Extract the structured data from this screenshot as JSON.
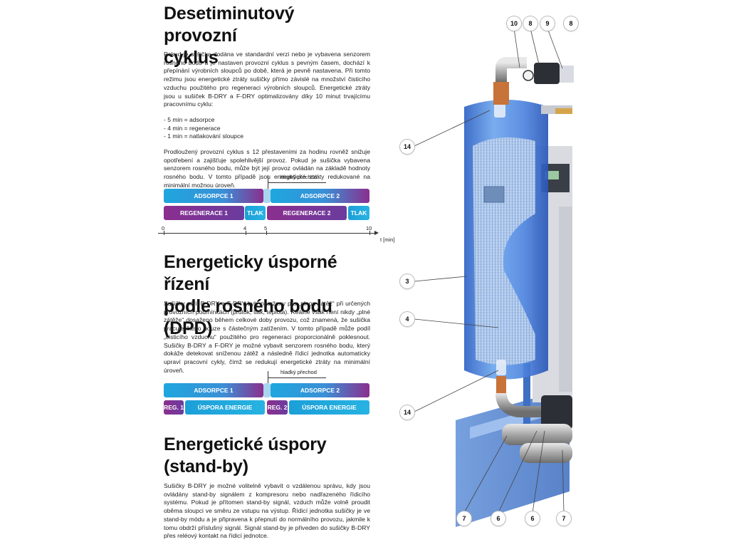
{
  "section1": {
    "title_line1": "Desetiminutový provozní",
    "title_line2": "cyklus",
    "para1": "Pokud je sušička dodána ve standardní verzi nebo je vybavena senzorem rosného bodu a je nastaven provozní cyklus s pevným časem, dochází k přepínání výrobních sloupců po době, která je pevně nastavena. Při tomto režimu jsou energetické ztráty sušičky přímo závislé na množství čisticího vzduchu použitého pro regeneraci výrobních sloupců. Energetické ztráty jsou u sušiček B-DRY a F-DRY optimalizovány díky 10 minut trvajícímu pracovnímu cyklu:",
    "list": [
      "- 5 min = adsorpce",
      "- 4 min = regenerace",
      "- 1 min = natlakování sloupce"
    ],
    "para2": "Prodloužený provozní cyklus s 12 přestaveními za hodinu rovněž snižuje opotřebení a zajišťuje spolehlivější provoz. Pokud je sušička vybavena senzorem rosného bodu, může být její provoz ovládán na základě hodnoty rosného bodu. V tomto případě jsou energetické ztráty redukované na minimální možnou úroveň."
  },
  "diagram1": {
    "smooth_label": "hladký přechod",
    "row1": [
      "ADSORPCE 1",
      "ADSORPCE 2"
    ],
    "row2": [
      "REGENERACE 1",
      "TLAK",
      "REGENERACE 2",
      "TLAK"
    ],
    "ticks": [
      "0",
      "4",
      "5",
      "10"
    ],
    "axis_label": "t [min]"
  },
  "section2": {
    "title_line1": "Energeticky úsporné řízení",
    "title_line2": "podle rosného bodu (DPD)",
    "para": "Sušičky sérií B-DRY a F-DRY byly navrženy pro „plnou zátěž“ při určených provozních podmínkách (průtok, tlak, teplota). Reálně však není nikdy „plné zátěže“ dosaženo během celkové doby provozu, což znamená, že sušička pracuje často pouze s částečným zatížením. V tomto případě může podíl „čisticího vzduchu“ použitého pro regeneraci proporcionálně poklesnout. Sušičky B-DRY a F-DRY je možné vybavit senzorem rosného bodu, který dokáže detekovat sníženou zátěž a následně řídicí jednotka automaticky upraví pracovní cykly, čímž se redukují energetické ztráty na minimální úroveň."
  },
  "diagram2": {
    "smooth_label": "hladký přechod",
    "row1": [
      "ADSORPCE 1",
      "ADSORPCE 2"
    ],
    "row2": [
      "REG. 1",
      "ÚSPORA ENERGIE",
      "REG. 2",
      "ÚSPORA ENERGIE"
    ]
  },
  "section3": {
    "title_line1": "Energetické úspory",
    "title_line2": "(stand-by)",
    "para": "Sušičky B-DRY je možné volitelně vybavit o vzdálenou správu, kdy jsou ovládány stand-by signálem z kompresoru nebo nadřazeného řídicího systému. Pokud je přítomen stand-by signál, vzduch může volně proudit oběma sloupci ve směru ze vstupu na výstup. Řídicí jednotka sušičky je ve stand-by módu a je připravena k přepnutí do normálního provozu, jakmile k tomu obdrží příslušný signál. Signál stand-by je přiveden do sušičky B-DRY přes reléový kontakt na řídicí jednotce."
  },
  "callouts": [
    "10",
    "8",
    "9",
    "8",
    "14",
    "3",
    "4",
    "14",
    "7",
    "6",
    "6",
    "7"
  ],
  "colors": {
    "cyan": "#1ea7df",
    "purple": "#8b2f8f",
    "tank_blue": "#3d7fd6"
  }
}
